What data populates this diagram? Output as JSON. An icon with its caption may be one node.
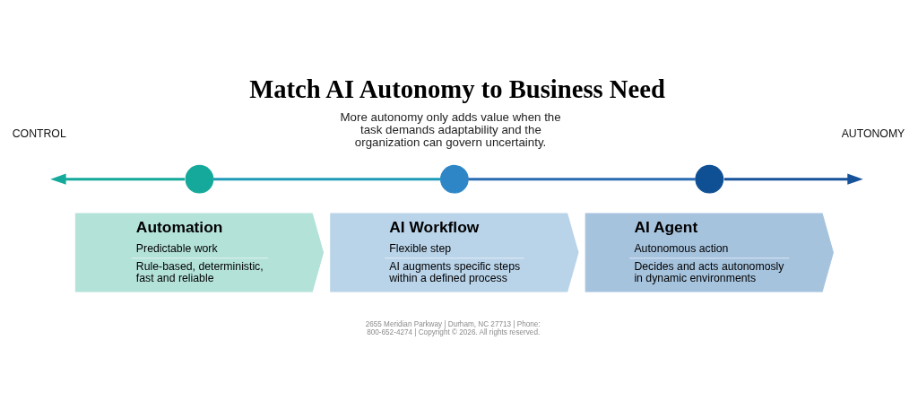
{
  "diagram": {
    "title": "Match AI Autonomy to Business Need",
    "nodes": [
      {
        "text": [],
        "shape": "circle"
      },
      {
        "text": [],
        "shape": "circle"
      },
      {
        "text": [],
        "shape": "circle"
      },
      {
        "text": [
          "Automation",
          "Predictable work",
          "Rule-based, deterministic, fast and reliable"
        ]
      },
      {
        "text": [
          "AI Workflow",
          "Flexible step",
          "AI augments specific steps within a defined process"
        ]
      },
      {
        "text": [
          "AI Agent",
          "Autonomous action",
          "Decides and acts autonomosly in dynamic environments"
        ]
      }
    ],
    "edges": [
      {
        "from": 0,
        "to": null,
        "arrow": "to",
        "color": "#14a99a"
      },
      {
        "from": 0,
        "to": 1,
        "arrow": "none",
        "color": "#1f9bb8"
      },
      {
        "from": 1,
        "to": 2,
        "arrow": "none",
        "color": "#2a6db3"
      },
      {
        "from": 2,
        "to": null,
        "arrow": "to",
        "color": "#17529a"
      }
    ],
    "labels": [
      "More autonomy only adds value when the task demands adaptability and the organization can govern uncertainty.",
      "CONTROL",
      "AUTONOMY",
      "2655 Meridian Parkway | Durham, NC 27713 | Phone: 800-652-4274 | Copyright © 2026. All rights reserved."
    ]
  }
}
